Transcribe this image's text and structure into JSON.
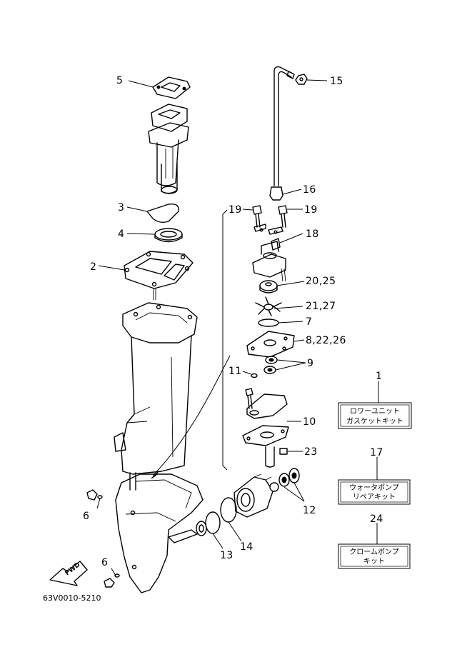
{
  "diagram": {
    "drawing_code": "63V0010-5210",
    "fwd_label": "FWD",
    "callouts": {
      "c5": "5",
      "c3": "3",
      "c4": "4",
      "c2": "2",
      "c15": "15",
      "c16": "16",
      "c19a": "19",
      "c19b": "19",
      "c18": "18",
      "c20": "20,25",
      "c21": "21,27",
      "c7": "7",
      "c8": "8,22,26",
      "c9": "9",
      "c11": "11",
      "c10": "10",
      "c23": "23",
      "c12": "12",
      "c6a": "6",
      "c6b": "6",
      "c13": "13",
      "c14": "14"
    },
    "kits": [
      {
        "number": "1",
        "line1": "ロワーユニット",
        "line2": "ガスケットキット"
      },
      {
        "number": "17",
        "line1": "ウォータポンプ",
        "line2": "リペアキット"
      },
      {
        "number": "24",
        "line1": "クロームポンプ",
        "line2": "キット"
      }
    ]
  }
}
